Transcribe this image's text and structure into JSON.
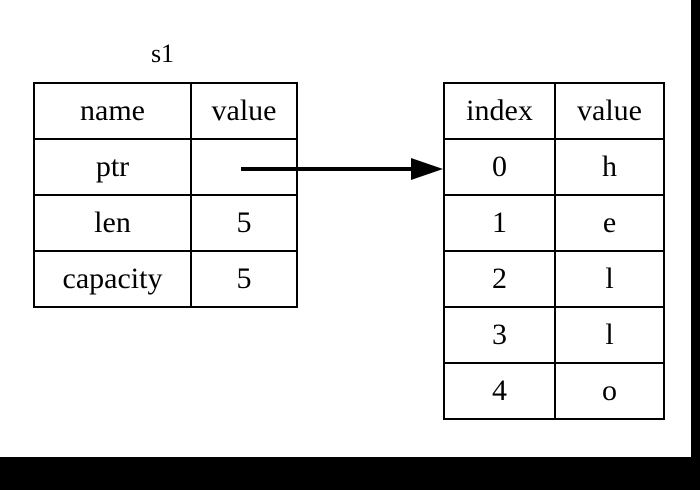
{
  "diagram": {
    "title_label": "s1",
    "struct_table": {
      "headers": [
        "name",
        "value"
      ],
      "rows": [
        {
          "name": "ptr",
          "value": ""
        },
        {
          "name": "len",
          "value": "5"
        },
        {
          "name": "capacity",
          "value": "5"
        }
      ]
    },
    "buffer_table": {
      "headers": [
        "index",
        "value"
      ],
      "rows": [
        {
          "index": "0",
          "value": "h"
        },
        {
          "index": "1",
          "value": "e"
        },
        {
          "index": "2",
          "value": "l"
        },
        {
          "index": "3",
          "value": "l"
        },
        {
          "index": "4",
          "value": "o"
        }
      ]
    },
    "pointer_arrow": {
      "icon": "arrow-right-icon",
      "from": "ptr",
      "to": "index-0"
    },
    "colors": {
      "background": "#ffffff",
      "stroke": "#000000",
      "band": "#000000"
    }
  }
}
